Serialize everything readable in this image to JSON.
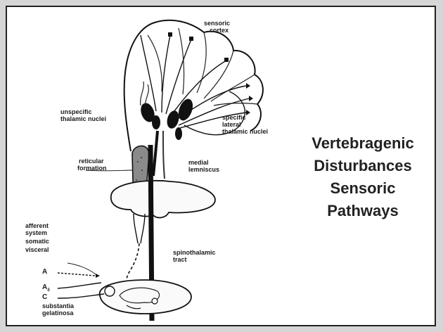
{
  "title_lines": [
    "Vertebragenic",
    "Disturbances",
    "Sensoric",
    "Pathways"
  ],
  "labels": {
    "sensoric_cortex": [
      "sensoric",
      "cortex"
    ],
    "unspecific_thalamic": [
      "unspecific",
      "thalamic nuclei"
    ],
    "specific_thalamic": [
      "specific",
      "lateral",
      "thalamic nuclei"
    ],
    "reticular": [
      "reticular",
      "formation"
    ],
    "medial_lemniscus": [
      "medial",
      "lemniscus"
    ],
    "afferent_system": [
      "afferent",
      "system"
    ],
    "somatic": "somatic",
    "visceral": "visceral",
    "spinothalamic": [
      "spinothalamic",
      "tract"
    ],
    "fiber_a": "A",
    "fiber_ad": "A",
    "fiber_ad_sub": "δ",
    "fiber_c": "C",
    "substantia": [
      "substantia",
      "gelatinosa"
    ]
  }
}
